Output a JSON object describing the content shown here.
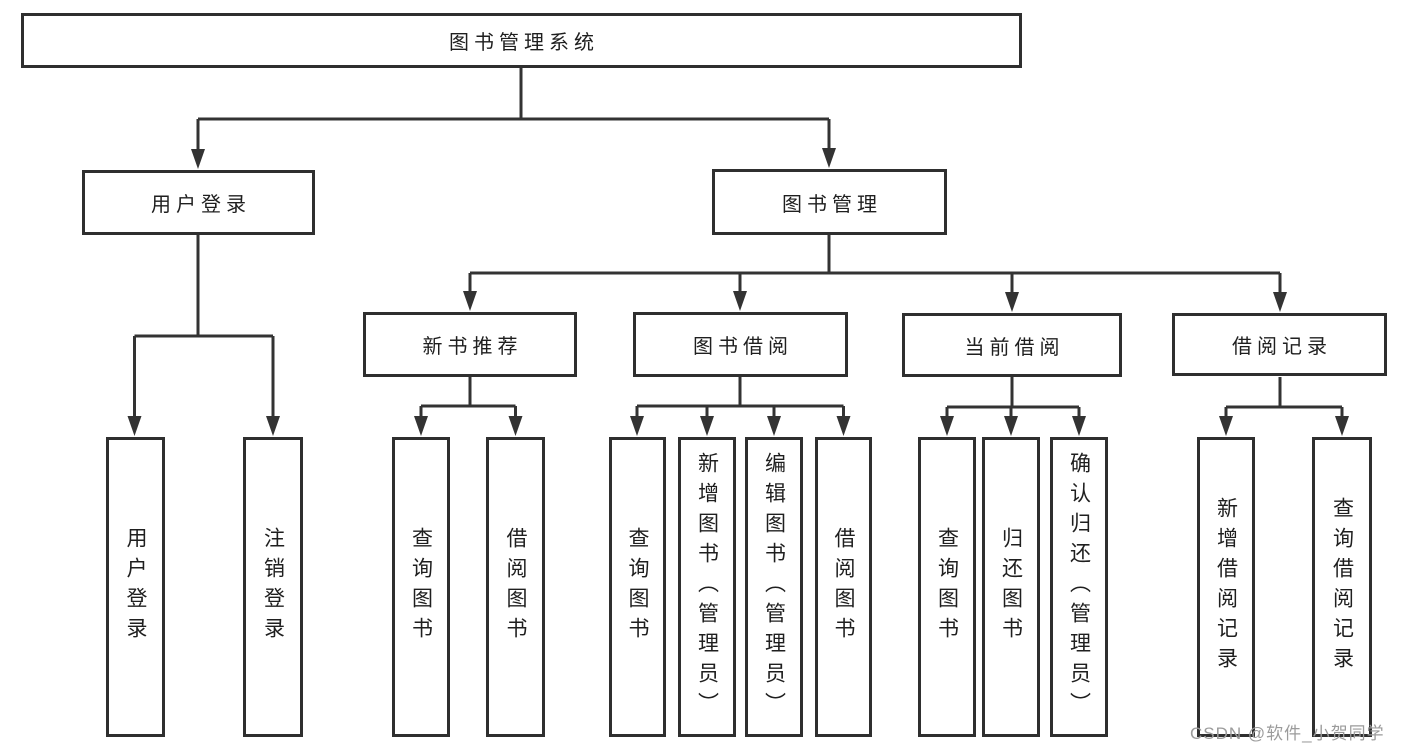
{
  "diagram": {
    "type": "tree",
    "tree": {
      "root": {
        "label": "图书管理系统",
        "children": [
          {
            "label": "用户登录",
            "children": [
              {
                "label": "用户登录"
              },
              {
                "label": "注销登录"
              }
            ]
          },
          {
            "label": "图书管理",
            "children": [
              {
                "label": "新书推荐",
                "children": [
                  {
                    "label": "查询图书"
                  },
                  {
                    "label": "借阅图书"
                  }
                ]
              },
              {
                "label": "图书借阅",
                "children": [
                  {
                    "label": "查询图书"
                  },
                  {
                    "label": "新增图书（管理员）"
                  },
                  {
                    "label": "编辑图书（管理员）"
                  },
                  {
                    "label": "借阅图书"
                  }
                ]
              },
              {
                "label": "当前借阅",
                "children": [
                  {
                    "label": "查询图书"
                  },
                  {
                    "label": "归还图书"
                  },
                  {
                    "label": "确认归还（管理员）"
                  }
                ]
              },
              {
                "label": "借阅记录",
                "children": [
                  {
                    "label": "新增借阅记录"
                  },
                  {
                    "label": "查询借阅记录"
                  }
                ]
              }
            ]
          }
        ]
      }
    },
    "colors": {
      "line": "#333333",
      "box_border": "#2f2f2f",
      "text": "#1f1f1f",
      "background": "#ffffff"
    }
  },
  "watermark": {
    "text": "CSDN @软件_小贺同学",
    "color": "#9b9b9b"
  }
}
